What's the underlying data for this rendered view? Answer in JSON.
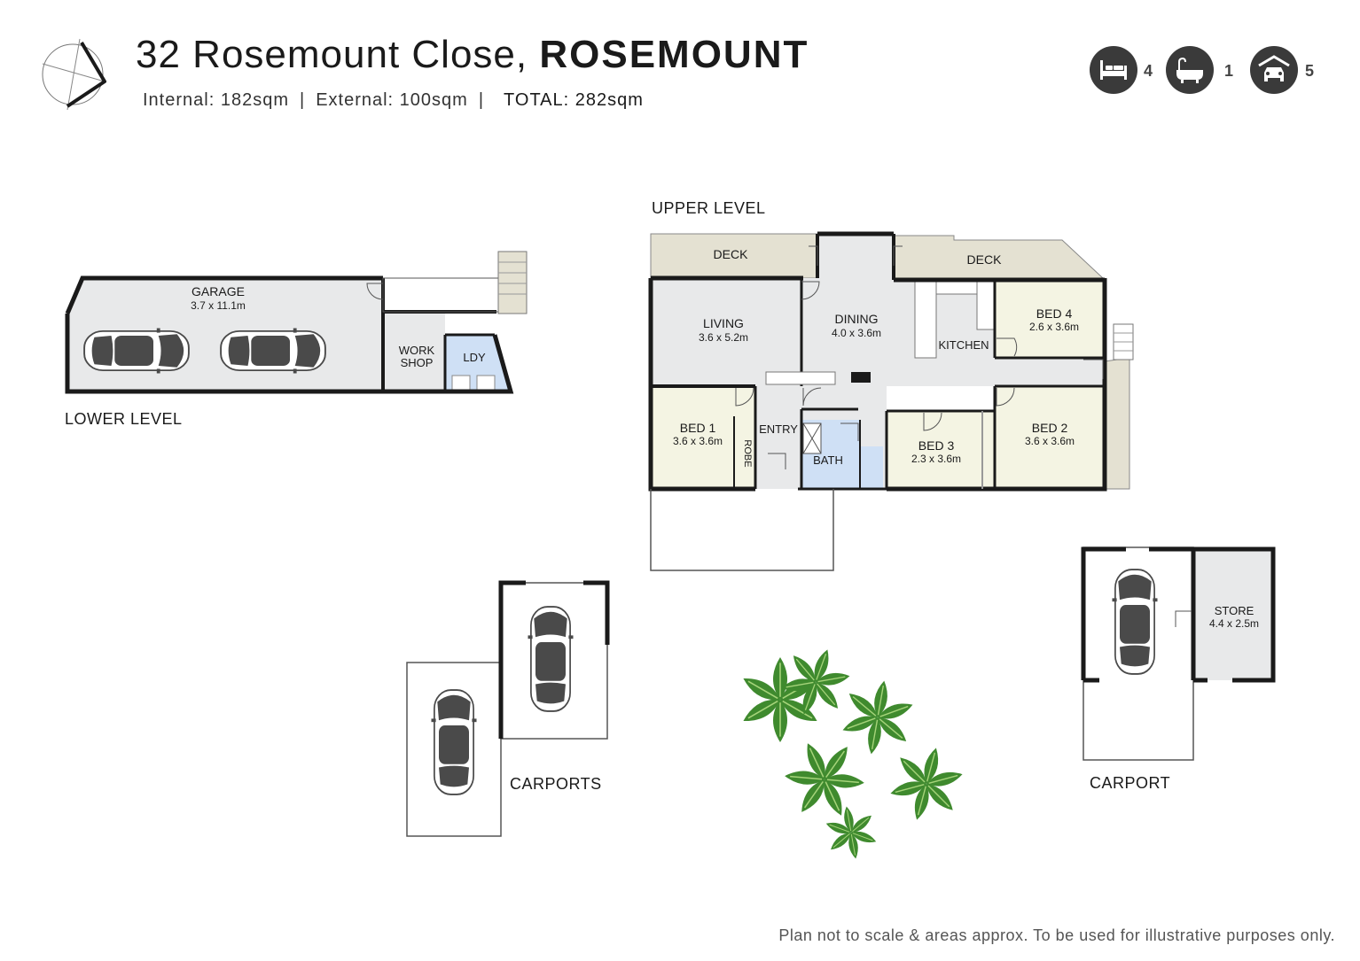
{
  "header": {
    "address_street": "32 Rosemount Close,",
    "address_suburb": "ROSEMOUNT",
    "internal": "Internal: 182sqm",
    "external": "External: 100sqm",
    "total": "TOTAL: 282sqm",
    "separator": "|"
  },
  "stats": {
    "beds": "4",
    "baths": "1",
    "cars": "5"
  },
  "levels": {
    "lower": "LOWER LEVEL",
    "upper": "UPPER LEVEL",
    "carports": "CARPORTS",
    "carport": "CARPORT"
  },
  "rooms": {
    "garage_name": "GARAGE",
    "garage_size": "3.7 x 11.1m",
    "workshop_line1": "WORK",
    "workshop_line2": "SHOP",
    "laundry": "LDY",
    "deck_left": "DECK",
    "deck_right": "DECK",
    "living_name": "LIVING",
    "living_size": "3.6 x 5.2m",
    "dining_name": "DINING",
    "dining_size": "4.0 x 3.6m",
    "kitchen": "KITCHEN",
    "bed4_name": "BED 4",
    "bed4_size": "2.6 x 3.6m",
    "bed1_name": "BED 1",
    "bed1_size": "3.6 x 3.6m",
    "robe": "ROBE",
    "entry": "ENTRY",
    "bath": "BATH",
    "bed3_name": "BED 3",
    "bed3_size": "2.3 x 3.6m",
    "bed2_name": "BED 2",
    "bed2_size": "3.6 x 3.6m",
    "store_name": "STORE",
    "store_size": "4.4 x 2.5m"
  },
  "colors": {
    "room_fill": "#e8e9ea",
    "bedroom_fill": "#f4f4e3",
    "wet_fill": "#cfe0f5",
    "deck_fill": "#e4e1d2",
    "wall": "#1a1a1a",
    "car": "#4a4a4a",
    "tree_green": "#3f8a2e"
  },
  "icons": [
    "compass-icon",
    "bed-icon",
    "bath-icon",
    "car-icon"
  ],
  "footer": {
    "disclaimer": "Plan not to scale & areas approx. To be used for illustrative purposes only."
  }
}
